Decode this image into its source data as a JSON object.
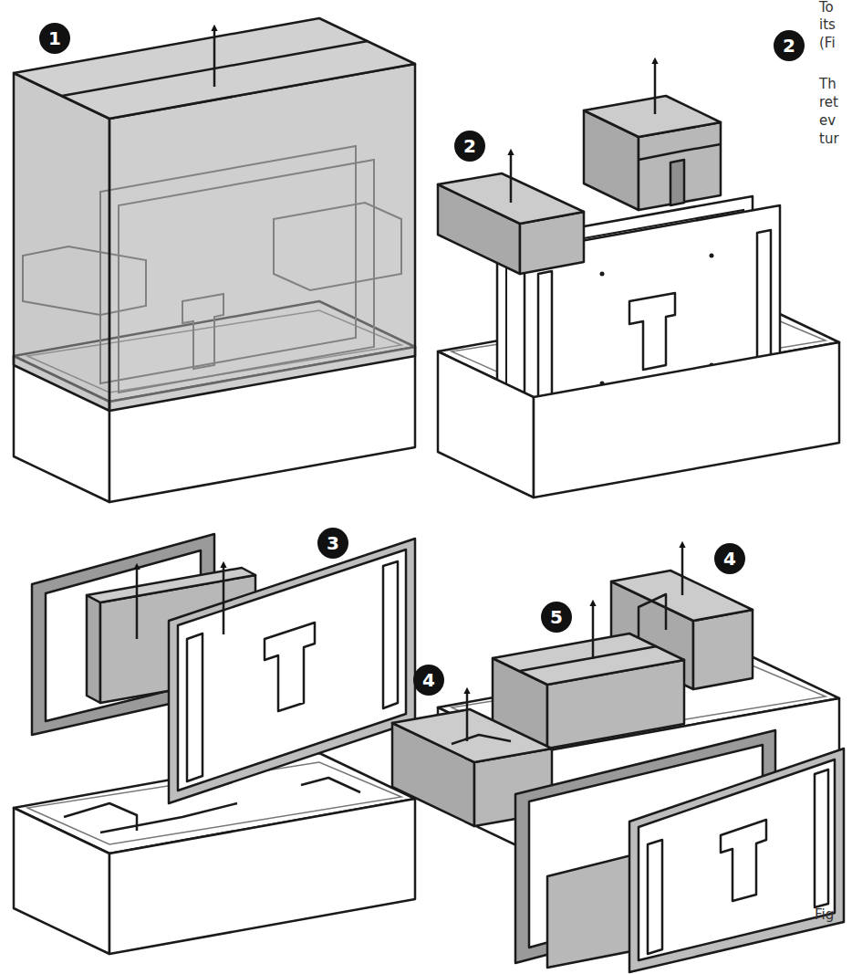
{
  "diagram": {
    "labels": [
      "1",
      "2",
      "2",
      "3",
      "4",
      "5",
      "4",
      "To",
      "its",
      "(Fi",
      "Th",
      "ret",
      "ev",
      "tur",
      "Fig"
    ]
  }
}
